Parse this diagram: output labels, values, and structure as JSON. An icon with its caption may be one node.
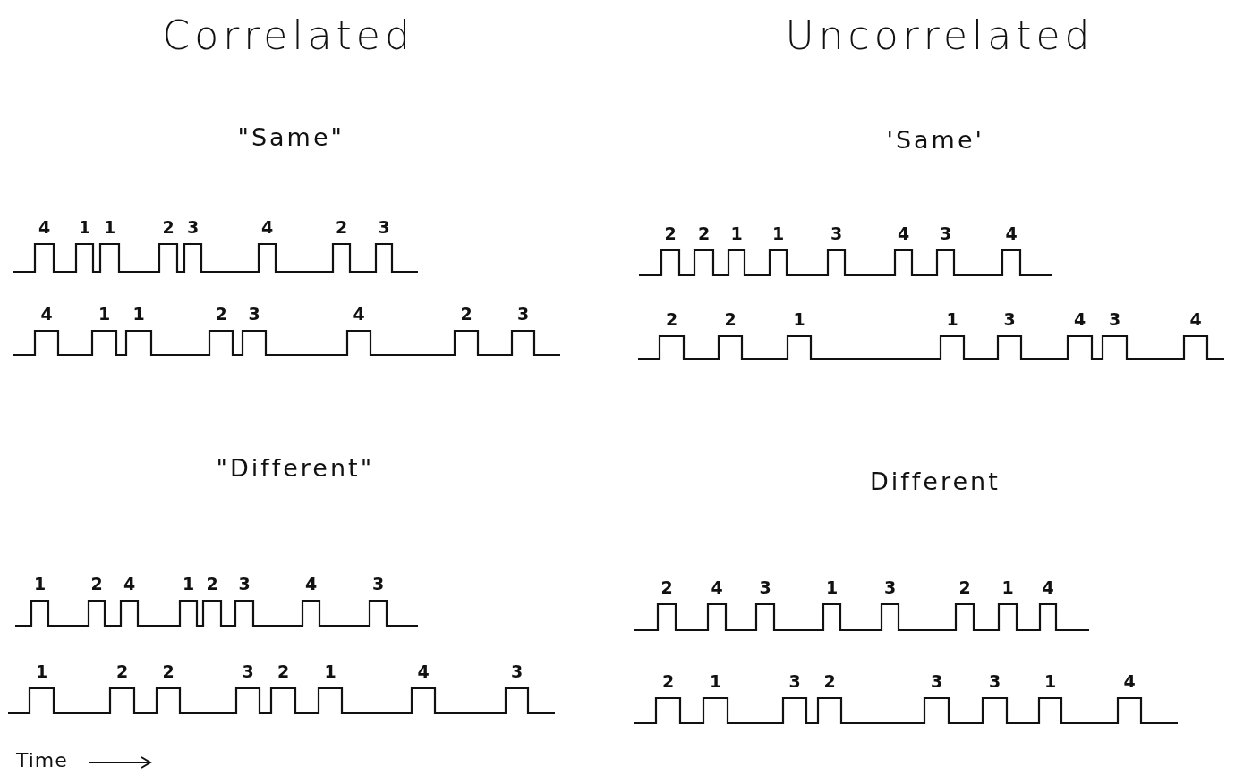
{
  "diagram": {
    "labels": [
      "Correlated",
      "Uncorrelated",
      "\"Same\"",
      "'Same'",
      "4",
      "1",
      "1",
      "2",
      "3",
      "4",
      "2",
      "3",
      "2",
      "2",
      "1",
      "1",
      "3",
      "4",
      "3",
      "4",
      "4",
      "1",
      "1",
      "2",
      "3",
      "4",
      "2",
      "3",
      "2",
      "2",
      "1",
      "1",
      "3",
      "4",
      "3",
      "4",
      "\"Different\"",
      "Different",
      "1",
      "2",
      "4",
      "1",
      "2",
      "3",
      "4",
      "3",
      "2",
      "4",
      "3",
      "1",
      "3",
      "2",
      "1",
      "4",
      "1",
      "2",
      "2",
      "3",
      "2",
      "1",
      "4",
      "3",
      "2",
      "1",
      "3",
      "2",
      "3",
      "3",
      "1",
      "4",
      "Time"
    ]
  }
}
